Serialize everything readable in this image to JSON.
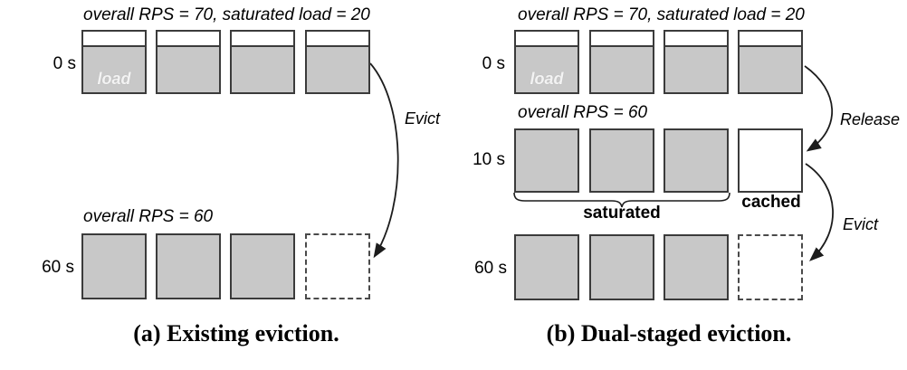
{
  "figure": {
    "panel_a": {
      "top_label": "overall RPS = 70, saturated load = 20",
      "time_0": "0 s",
      "load_label": "load",
      "evict_label": "Evict",
      "mid_label": "overall RPS = 60",
      "time_60": "60 s",
      "caption": "(a) Existing eviction."
    },
    "panel_b": {
      "top_label": "overall RPS = 70, saturated load = 20",
      "time_0": "0 s",
      "load_label": "load",
      "mid_label": "overall RPS = 60",
      "time_10": "10 s",
      "saturated_label": "saturated",
      "cached_label": "cached",
      "release_label": "Release",
      "evict_label": "Evict",
      "time_60": "60 s",
      "caption": "(b) Dual-staged eviction."
    }
  },
  "colors": {
    "box_fill": "#c8c8c8",
    "box_border": "#3b3b3b",
    "dashed_border": "#4a4a4a",
    "text": "#000000",
    "load_text": "#f3f3f3",
    "arrow": "#1c1c1c",
    "background": "#ffffff"
  }
}
